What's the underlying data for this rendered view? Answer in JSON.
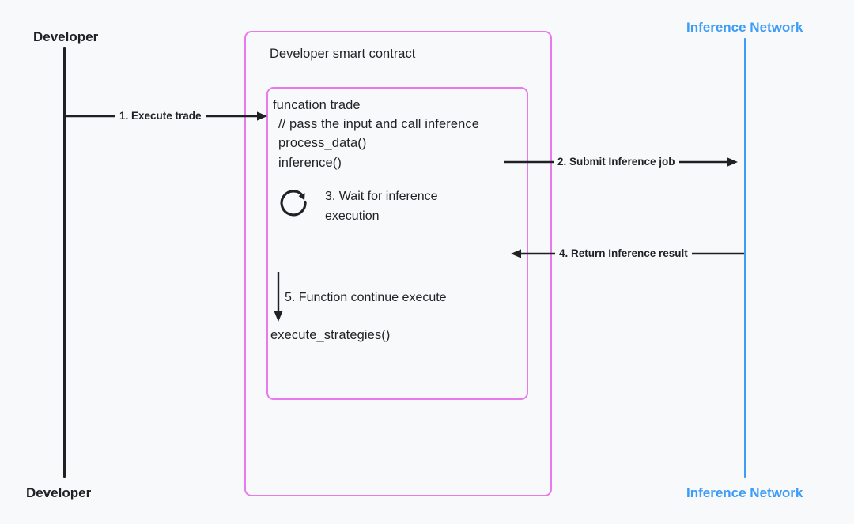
{
  "diagram": {
    "type": "sequence-diagram",
    "background_color": "#f8f9fb",
    "accent_purple": "#e87aee",
    "accent_blue": "#3d9cf5",
    "text_color": "#1f2124"
  },
  "lifelines": [
    {
      "id": "developer",
      "top_label": "Developer",
      "bottom_label": "Developer",
      "color": "#1f2124"
    },
    {
      "id": "inference-network",
      "top_label": "Inference Network",
      "bottom_label": "Inference Network",
      "color": "#3d9cf5"
    }
  ],
  "boxes": {
    "outer": {
      "title": "Developer smart contract",
      "border_color": "#e87aee"
    },
    "inner": {
      "border_color": "#e87aee"
    }
  },
  "code": {
    "lines": [
      "funcation trade",
      "// pass the input and call inference",
      "process_data()",
      "inference()"
    ],
    "final_call": "execute_strategies()"
  },
  "messages": [
    {
      "num": "1",
      "label": "1. Execute trade",
      "direction": "right"
    },
    {
      "num": "2",
      "label": "2. Submit Inference job",
      "direction": "right"
    },
    {
      "num": "4",
      "label": "4. Return Inference result",
      "direction": "left"
    }
  ],
  "notes": {
    "wait": {
      "icon": "loop-arrow-icon",
      "line1": "3. Wait for inference",
      "line2": "execution"
    },
    "continue": {
      "icon": "down-arrow-icon",
      "label": "5. Function continue execute"
    }
  }
}
